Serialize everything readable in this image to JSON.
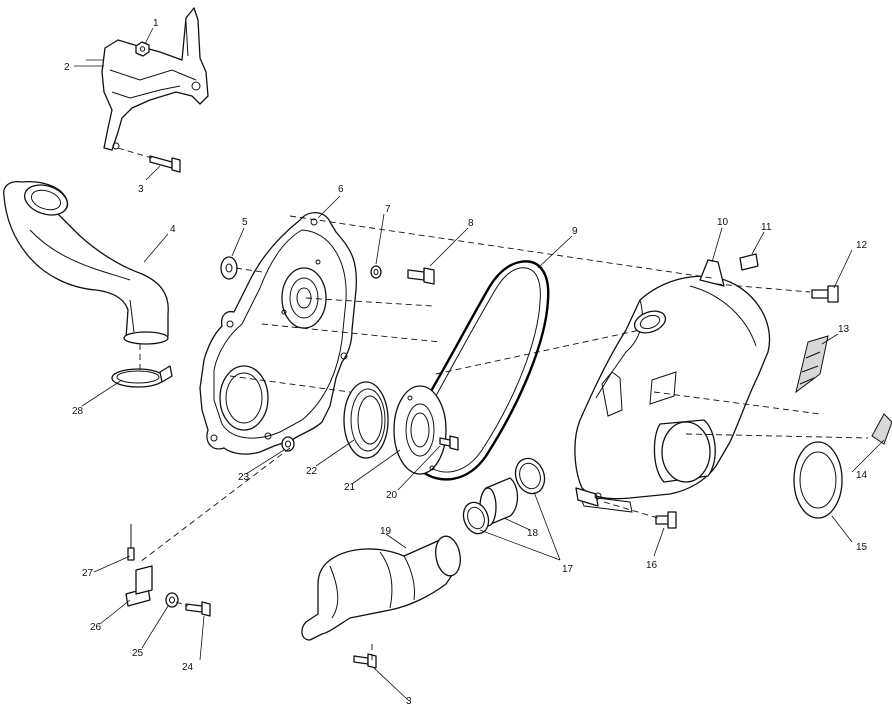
{
  "callouts": [
    {
      "id": "c1",
      "text": "1"
    },
    {
      "id": "c2",
      "text": "2"
    },
    {
      "id": "c3a",
      "text": "3"
    },
    {
      "id": "c4",
      "text": "4"
    },
    {
      "id": "c5",
      "text": "5"
    },
    {
      "id": "c6",
      "text": "6"
    },
    {
      "id": "c7",
      "text": "7"
    },
    {
      "id": "c8",
      "text": "8"
    },
    {
      "id": "c9",
      "text": "9"
    },
    {
      "id": "c10",
      "text": "10"
    },
    {
      "id": "c11",
      "text": "11"
    },
    {
      "id": "c12",
      "text": "12"
    },
    {
      "id": "c13",
      "text": "13"
    },
    {
      "id": "c14",
      "text": "14"
    },
    {
      "id": "c15",
      "text": "15"
    },
    {
      "id": "c16",
      "text": "16"
    },
    {
      "id": "c17",
      "text": "17"
    },
    {
      "id": "c18",
      "text": "18"
    },
    {
      "id": "c19",
      "text": "19"
    },
    {
      "id": "c20",
      "text": "20"
    },
    {
      "id": "c21",
      "text": "21"
    },
    {
      "id": "c22",
      "text": "22"
    },
    {
      "id": "c23",
      "text": "23"
    },
    {
      "id": "c24",
      "text": "24"
    },
    {
      "id": "c25",
      "text": "25"
    },
    {
      "id": "c26",
      "text": "26"
    },
    {
      "id": "c27",
      "text": "27"
    },
    {
      "id": "c28",
      "text": "28"
    },
    {
      "id": "c3b",
      "text": "3"
    }
  ]
}
